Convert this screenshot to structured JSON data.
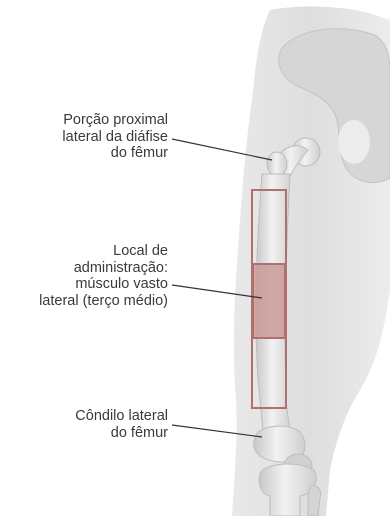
{
  "labels": {
    "proximal": {
      "line1": "Porção proximal",
      "line2": "lateral da diáfise",
      "line3": "do fêmur"
    },
    "site": {
      "line1": "Local de",
      "line2": "administração:",
      "line3": "músculo vasto",
      "line4": "lateral (terço médio)"
    },
    "condyle": {
      "line1": "Côndilo lateral",
      "line2": "do fêmur"
    }
  },
  "colors": {
    "leg": "#e6e6e6",
    "bone": "#d2d2d2",
    "bone_highlight": "#f3f3f3",
    "outline_box": "#b07070",
    "injection_fill": "#c99a98",
    "leader_line": "#333333"
  }
}
